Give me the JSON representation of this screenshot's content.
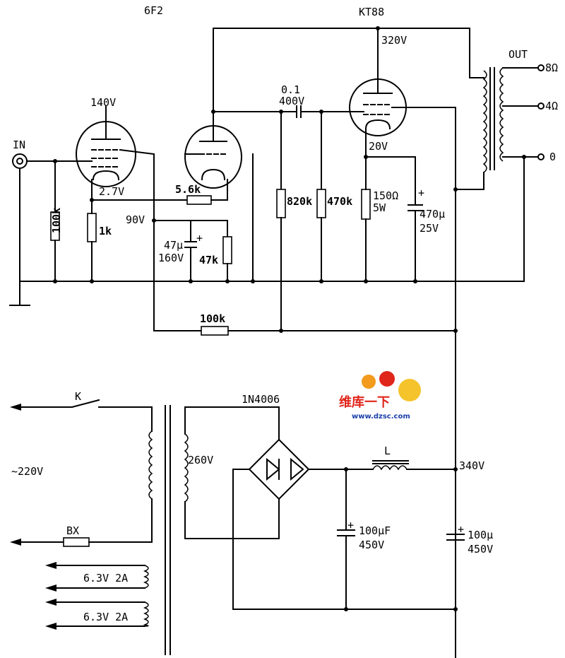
{
  "labels": {
    "tube1": "6F2",
    "tube2": "KT88",
    "v320": "320V",
    "out": "OUT",
    "tap8": "8Ω",
    "tap4": "4Ω",
    "tap0": "0",
    "v140": "140V",
    "cap01_a": "0.1",
    "cap01_b": "400V",
    "in": "IN",
    "v20": "20V",
    "v27": "2.7V",
    "r56k": "5.6k",
    "r820k": "820k",
    "r470k": "470k",
    "r150_a": "150Ω",
    "r150_b": "5W",
    "c470_a": "470μ",
    "c470_b": "25V",
    "r100k_in": "100k",
    "r1k": "1k",
    "v90": "90V",
    "c47_a": "47μ",
    "c47_b": "160V",
    "r47k": "47k",
    "r100k_fb": "100k",
    "k": "K",
    "diode": "1N4006",
    "mains": "~220V",
    "v260": "260V",
    "choke": "L",
    "v340": "340V",
    "bx": "BX",
    "c100_a": "100μF",
    "c100_b": "450V",
    "c100b_a": "100μ",
    "c100b_b": "450V",
    "heater1": "6.3V 2A",
    "heater2": "6.3V 2A",
    "plus": "+"
  },
  "watermark": {
    "cn": "维库一下",
    "url": "www.dzsc.com",
    "colors": {
      "text": "#e0251b",
      "url": "#1a3fa8",
      "badge": "#f29b1d"
    }
  }
}
